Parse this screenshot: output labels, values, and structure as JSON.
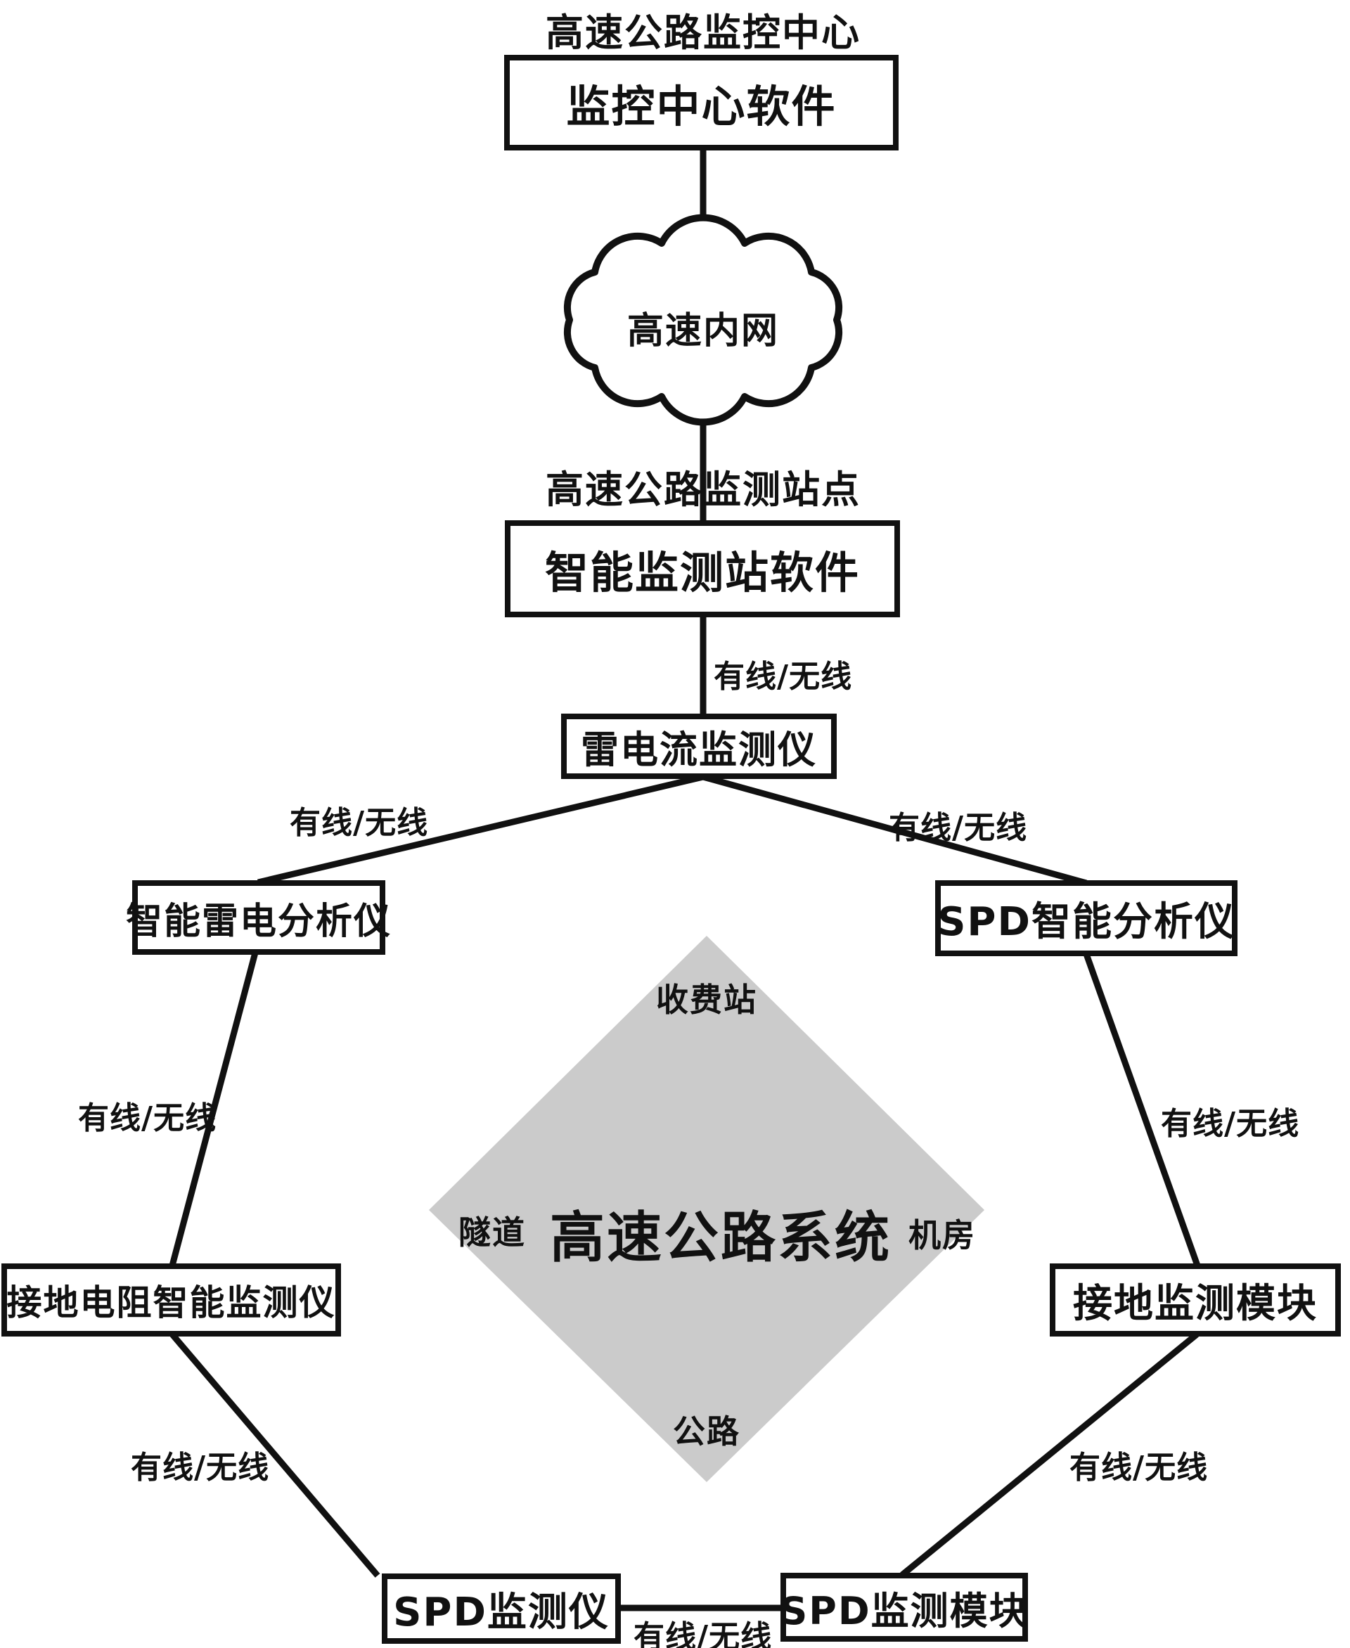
{
  "monitoring_center": {
    "title": "高速公路监控中心",
    "software_label": "监控中心软件"
  },
  "intranet_cloud": {
    "label": "高速内网"
  },
  "monitoring_station": {
    "title": "高速公路监测站点",
    "software_label": "智能监测站软件"
  },
  "devices": {
    "lightning_current_monitor": "雷电流监测仪",
    "lightning_analyzer": "智能雷电分析仪",
    "spd_analyzer": "SPD智能分析仪",
    "ground_resistance_monitor": "接地电阻智能监测仪",
    "ground_monitor_module": "接地监测模块",
    "spd_monitor": "SPD监测仪",
    "spd_monitor_module": "SPD监测模块"
  },
  "connection_label": "有线/无线",
  "highway_system": {
    "center_label": "高速公路系统",
    "toll_station": "收费站",
    "tunnel": "隧道",
    "machine_room": "机房",
    "road": "公路"
  },
  "colors": {
    "diamond_fill": "#cbcbcb",
    "line": "#111111"
  }
}
